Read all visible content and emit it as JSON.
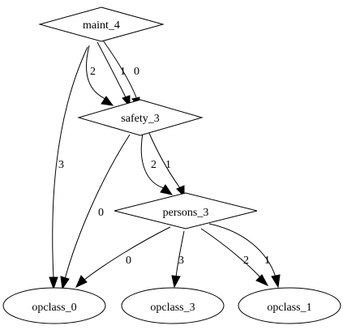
{
  "graph": {
    "nodes": {
      "maint_4": {
        "label": "maint_4",
        "shape": "diamond"
      },
      "safety_3": {
        "label": "safety_3",
        "shape": "diamond"
      },
      "persons_3": {
        "label": "persons_3",
        "shape": "diamond"
      },
      "opclass_0": {
        "label": "opclass_0",
        "shape": "ellipse"
      },
      "opclass_3": {
        "label": "opclass_3",
        "shape": "ellipse"
      },
      "opclass_1": {
        "label": "opclass_1",
        "shape": "ellipse"
      }
    },
    "edges": [
      {
        "from": "maint_4",
        "to": "safety_3",
        "label": "2"
      },
      {
        "from": "maint_4",
        "to": "safety_3",
        "label": "1"
      },
      {
        "from": "maint_4",
        "to": "safety_3",
        "label": "0"
      },
      {
        "from": "maint_4",
        "to": "opclass_0",
        "label": "3"
      },
      {
        "from": "safety_3",
        "to": "persons_3",
        "label": "2"
      },
      {
        "from": "safety_3",
        "to": "persons_3",
        "label": "1"
      },
      {
        "from": "safety_3",
        "to": "opclass_0",
        "label": "0"
      },
      {
        "from": "persons_3",
        "to": "opclass_0",
        "label": "0"
      },
      {
        "from": "persons_3",
        "to": "opclass_3",
        "label": "3"
      },
      {
        "from": "persons_3",
        "to": "opclass_1",
        "label": "2"
      },
      {
        "from": "persons_3",
        "to": "opclass_1",
        "label": "1"
      }
    ]
  }
}
